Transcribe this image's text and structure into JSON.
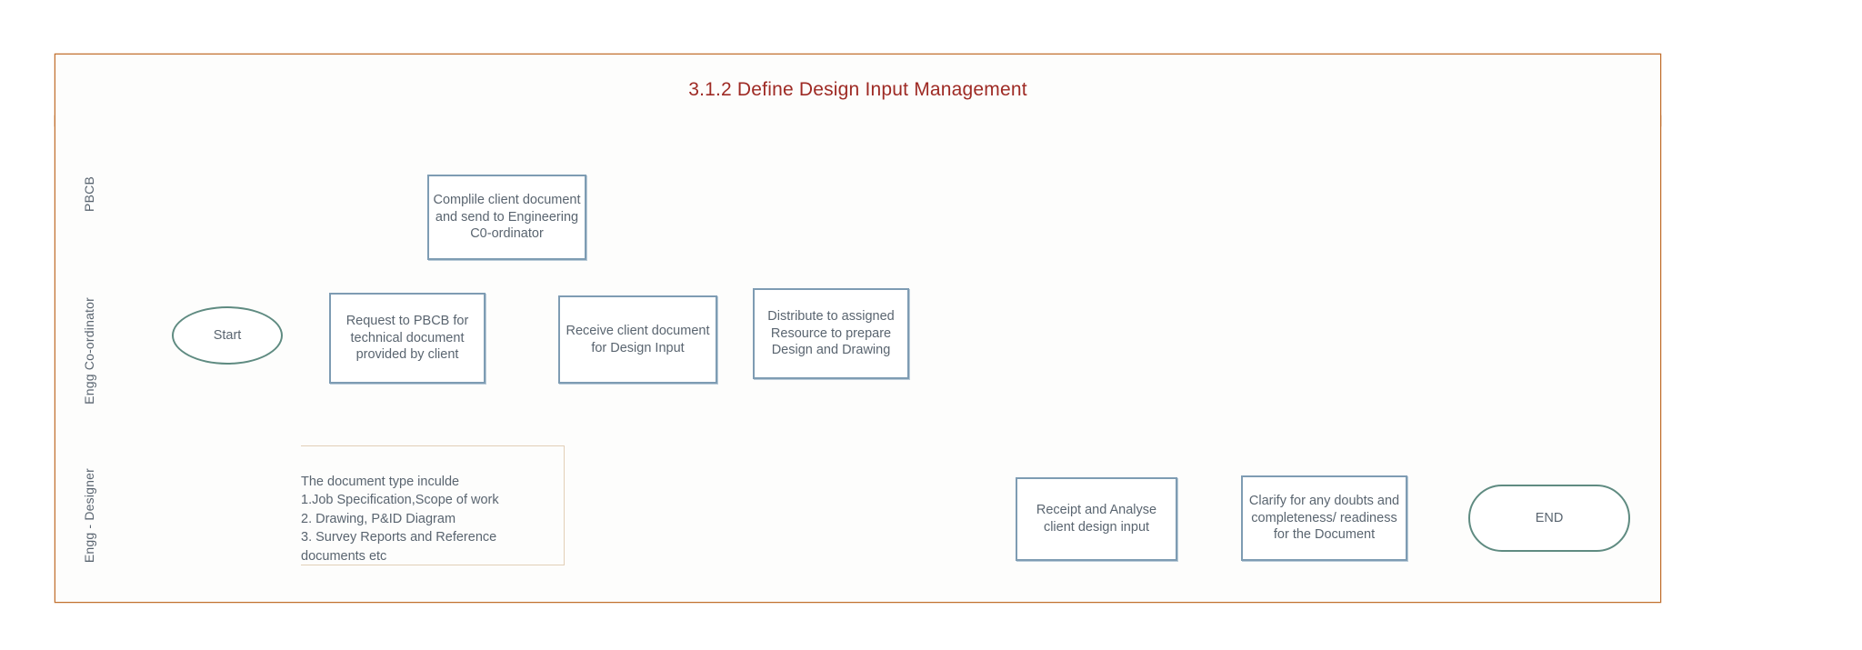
{
  "diagram": {
    "title": "3.1.2 Define Design Input Management",
    "title_color": "#9e2a24",
    "lane_border_color": "#c1702f",
    "process_border_color": "#7e9cb3",
    "terminator_border_color": "#5f8b81",
    "connector_color": "#7e9cb3",
    "annotation_border_color": "#e2cfb7",
    "text_color": "#5a6570",
    "background_color": "#ffffff"
  },
  "lanes": [
    {
      "id": "pbcb",
      "label": "PBCB"
    },
    {
      "id": "engg-coordinator",
      "label": "Engg Co-ordinator"
    },
    {
      "id": "engg-designer",
      "label": "Engg - Designer"
    }
  ],
  "nodes": {
    "start": {
      "label": "Start",
      "shape": "oval",
      "lane": "engg-coordinator"
    },
    "request_pbcb": {
      "label": "Request to PBCB for technical document provided by client",
      "shape": "process",
      "lane": "engg-coordinator"
    },
    "compile_client": {
      "label": "Complile  client document and send to Engineering C0-ordinator",
      "shape": "process",
      "lane": "pbcb"
    },
    "receive_client_doc": {
      "label": "Receive client document for Design Input",
      "shape": "process",
      "lane": "engg-coordinator"
    },
    "distribute": {
      "label": "Distribute to assigned Resource to prepare Design and Drawing",
      "shape": "process",
      "lane": "engg-coordinator"
    },
    "receipt_analyse": {
      "label": "Receipt and Analyse client design input",
      "shape": "process",
      "lane": "engg-designer"
    },
    "clarify": {
      "label": "Clarify for any doubts and completeness/ readiness for the Document",
      "shape": "process",
      "lane": "engg-designer"
    },
    "end": {
      "label": "END",
      "shape": "rounded",
      "lane": "engg-designer"
    }
  },
  "annotation": {
    "text": "The document type inculde\n1.Job Specification,Scope of work\n2. Drawing, P&ID Diagram\n3. Survey Reports and Reference\ndocuments  etc"
  },
  "connectors": [
    {
      "from": "start",
      "to": "request_pbcb"
    },
    {
      "from": "request_pbcb",
      "to": "compile_client"
    },
    {
      "from": "compile_client",
      "to": "receive_client_doc"
    },
    {
      "from": "receive_client_doc",
      "to": "distribute"
    },
    {
      "from": "distribute",
      "to": "receipt_analyse"
    },
    {
      "from": "receipt_analyse",
      "to": "clarify"
    },
    {
      "from": "clarify",
      "to": "end"
    },
    {
      "from": "clarify",
      "to": "compile_client"
    },
    {
      "from": "annotation",
      "to": "receive_client_doc"
    }
  ]
}
